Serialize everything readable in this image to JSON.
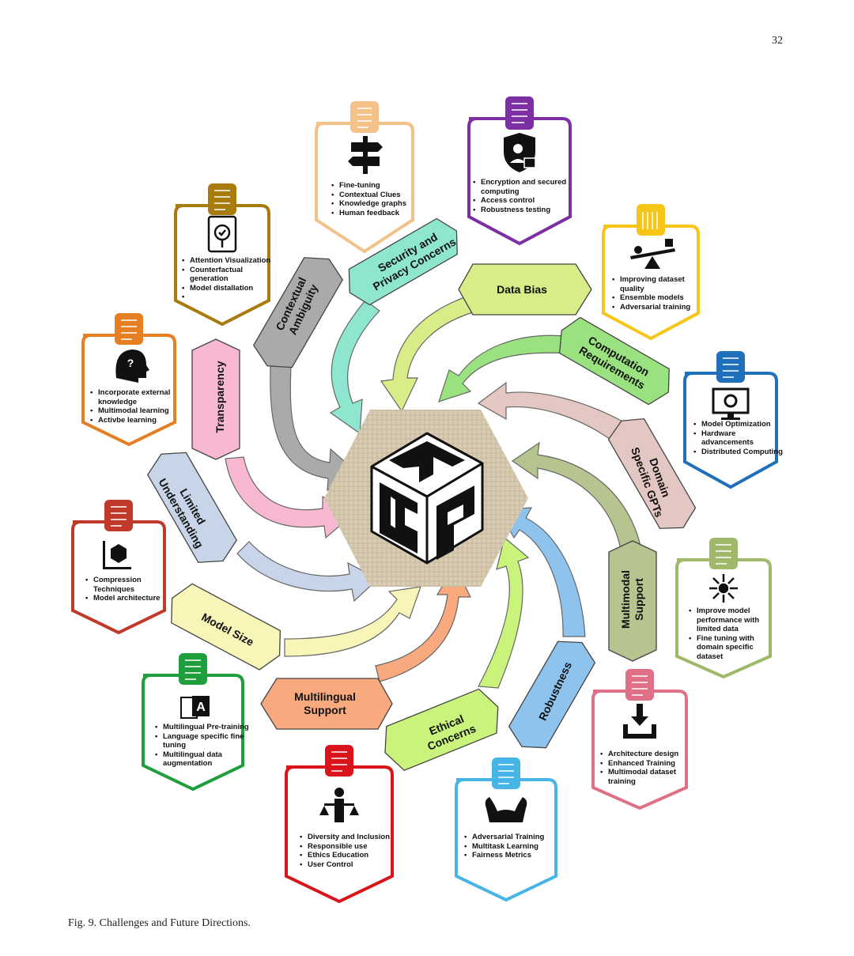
{
  "page_number": "32",
  "caption": "Fig. 9.  Challenges and Future Directions.",
  "center_logo": {
    "letters": [
      "T",
      "G",
      "P"
    ]
  },
  "colors": {
    "security": "#8fe6cf",
    "data_bias": "#d8ec87",
    "computation": "#9ae27f",
    "domain": "#e3c7c2",
    "multimodal": "#b6c58f",
    "robustness": "#8ec3ee",
    "ethical": "#c9f37a",
    "multilingual": "#f8a97d",
    "model_size": "#f7f5b8",
    "limited": "#c8d5e8",
    "transparency": "#f8b8d2",
    "contextual": "#aaaaaa"
  },
  "challenges": [
    {
      "key": "security",
      "line1": "Security and",
      "line2": "Privacy Concerns"
    },
    {
      "key": "data_bias",
      "line1": "Data Bias",
      "line2": ""
    },
    {
      "key": "computation",
      "line1": "Computation",
      "line2": "Requirements"
    },
    {
      "key": "domain",
      "line1": "Domain",
      "line2": "Specific GPTs"
    },
    {
      "key": "multimodal",
      "line1": "Multimodal",
      "line2": "Support"
    },
    {
      "key": "robustness",
      "line1": "Robustness",
      "line2": ""
    },
    {
      "key": "ethical",
      "line1": "Ethical",
      "line2": "Concerns"
    },
    {
      "key": "multilingual",
      "line1": "Multilingual",
      "line2": "Support"
    },
    {
      "key": "model_size",
      "line1": "Model Size",
      "line2": ""
    },
    {
      "key": "limited",
      "line1": "Limited",
      "line2": "Understanding"
    },
    {
      "key": "transparency",
      "line1": "Transparency",
      "line2": ""
    },
    {
      "key": "contextual",
      "line1": "Contextual",
      "line2": "Ambiguity"
    }
  ],
  "cards": [
    {
      "key": "contextual",
      "color": "#f2c28a",
      "icon": "signpost-icon",
      "items": [
        "Fine-tuning",
        "Contextual Clues",
        "Knowledge graphs",
        "Human feedback"
      ]
    },
    {
      "key": "security",
      "color": "#7b2fa3",
      "icon": "shield-lock-icon",
      "items": [
        "Encryption and secured computing",
        "Access control",
        "Robustness testing"
      ]
    },
    {
      "key": "data_bias",
      "color": "#f5c518",
      "icon": "seesaw-icon",
      "items": [
        "Improving dataset quality",
        "Ensemble models",
        "Adversarial training"
      ]
    },
    {
      "key": "computation",
      "color": "#1f6fba",
      "icon": "monitor-gear-icon",
      "items": [
        "Model Optimization",
        "Hardware advancements",
        "Distributed Computing"
      ]
    },
    {
      "key": "multimodal",
      "color": "#9fb86a",
      "icon": "converge-arrows-icon",
      "items": [
        "Improve model performance with limited data",
        "Fine tuning with domain specific dataset"
      ]
    },
    {
      "key": "domain",
      "color": "#e07088",
      "icon": "download-tray-icon",
      "items": [
        "Architecture design",
        "Enhanced Training",
        "Multimodal dataset training"
      ]
    },
    {
      "key": "robustness",
      "color": "#47b4e6",
      "icon": "flexed-arms-icon",
      "items": [
        "Adversarial Training",
        "Multitask Learning",
        "Fairness Metrics"
      ]
    },
    {
      "key": "ethical",
      "color": "#d9141b",
      "icon": "person-scale-icon",
      "items": [
        "Diversity and Inclusion",
        "Responsible use",
        "Ethics Education",
        "User Control"
      ]
    },
    {
      "key": "multilingual",
      "color": "#1f9e3e",
      "icon": "translate-icon",
      "items": [
        "Multilingual Pre-training",
        "Language specific fine tuning",
        "Multilingual data augmentation"
      ]
    },
    {
      "key": "model_size",
      "color": "#c0392b",
      "icon": "cube-axes-icon",
      "items": [
        "Compression Techniques",
        "Model architecture"
      ]
    },
    {
      "key": "limited",
      "color": "#e67e22",
      "icon": "head-question-icon",
      "items": [
        "Incorporate external knowledge",
        "Multimodal learning",
        "Activbe learning"
      ]
    },
    {
      "key": "transparency",
      "color": "#a77b0e",
      "icon": "clipboard-magnifier-icon",
      "items": [
        "Attention Visualization",
        "Counterfactual generation",
        "Model distallation",
        ""
      ]
    }
  ]
}
